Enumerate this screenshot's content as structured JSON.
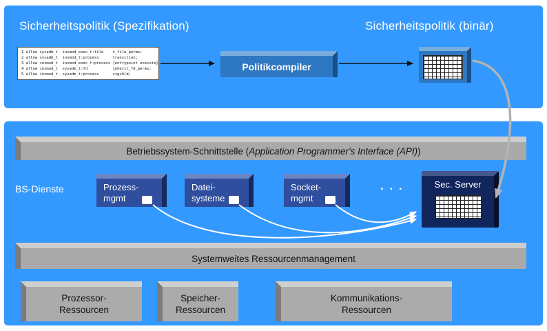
{
  "top": {
    "left_heading": "Sicherheitspolitik (Spezifikation)",
    "right_heading": "Sicherheitspolitik (binär)",
    "policy_lines": [
      "1 allow sysadm_t  insmod_exec_t:file    x_file_perms;",
      "2 allow sysadm_t  insmod_t:process      transition;",
      "3 allow insmod_t  insmod_exec_t:process {entrypoint execute};",
      "4 allow insmod_t  sysadm_t:fd           inherit_fd_perms;",
      "5 allow insmod_t  sysadm_t:process      sigchld;"
    ],
    "compiler_label": "Politikcompiler",
    "binary_grid_icon": "policy-matrix-grid"
  },
  "bottom": {
    "api_prefix": "Betriebssystem-Schnittstelle (",
    "api_italic": "Application Programmer's Interface (API)",
    "api_suffix": ")",
    "services_label": "BS-Dienste",
    "services": [
      {
        "label": "Prozess-\nmgmt"
      },
      {
        "label": "Datei-\nsysteme"
      },
      {
        "label": "Socket-\nmgmt"
      }
    ],
    "dots": ". . .",
    "sec_server_label": "Sec. Server",
    "sec_server_grid_icon": "policy-matrix-grid",
    "resource_bar": "Systemweites Ressourcenmanagement",
    "resources": [
      {
        "label": "Prozessor-\nRessourcen"
      },
      {
        "label": "Speicher-\nRessourcen"
      },
      {
        "label": "Kommunikations-\nRessourcen"
      }
    ]
  },
  "colors": {
    "panel_blue": "#3399FF",
    "compiler_blue": "#2E77C2",
    "service_blue": "#2F4E9E",
    "sec_server_navy": "#12265E",
    "bar_gray": "#A9A9A9",
    "arrow_gray": "#B3B3B3"
  }
}
